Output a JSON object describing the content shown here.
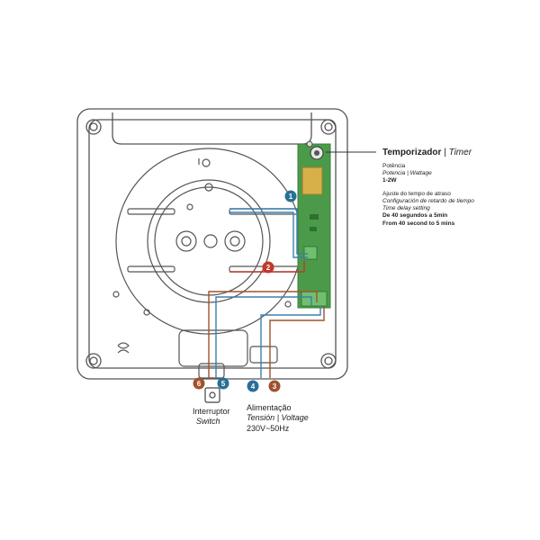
{
  "timer": {
    "title_main": "Temporizador",
    "separator": "|",
    "title_alt": "Timer",
    "power_label": "Potência",
    "power_label_alt": "Potencia | Wattage",
    "power_value": "1-2W",
    "delay_label": "Ajuste do tempo de atraso",
    "delay_label_es": "Configuración de retardo de tiempo",
    "delay_label_en": "Time delay setting",
    "delay_value_pt": "De 40 segundos a 5min",
    "delay_value_en": "From 40 second to 5 mins"
  },
  "switch": {
    "label_main": "Interruptor",
    "label_alt": "Switch"
  },
  "supply": {
    "label_main": "Alimentação",
    "label_alt": "Tensión | Voltage",
    "value": "230V~50Hz"
  },
  "markers": [
    {
      "num": "1",
      "color": "#2a6f97"
    },
    {
      "num": "2",
      "color": "#c0392b"
    },
    {
      "num": "3",
      "color": "#a0522d"
    },
    {
      "num": "4",
      "color": "#2a6f97"
    },
    {
      "num": "5",
      "color": "#2a6f97"
    },
    {
      "num": "6",
      "color": "#a0522d"
    }
  ],
  "colors": {
    "outline": "#555555",
    "blue_wire": "#3d7fb0",
    "red_wire": "#c0392b",
    "brown_wire": "#a0522d",
    "board": "#4a9a4a",
    "component": "#d8b04a"
  }
}
